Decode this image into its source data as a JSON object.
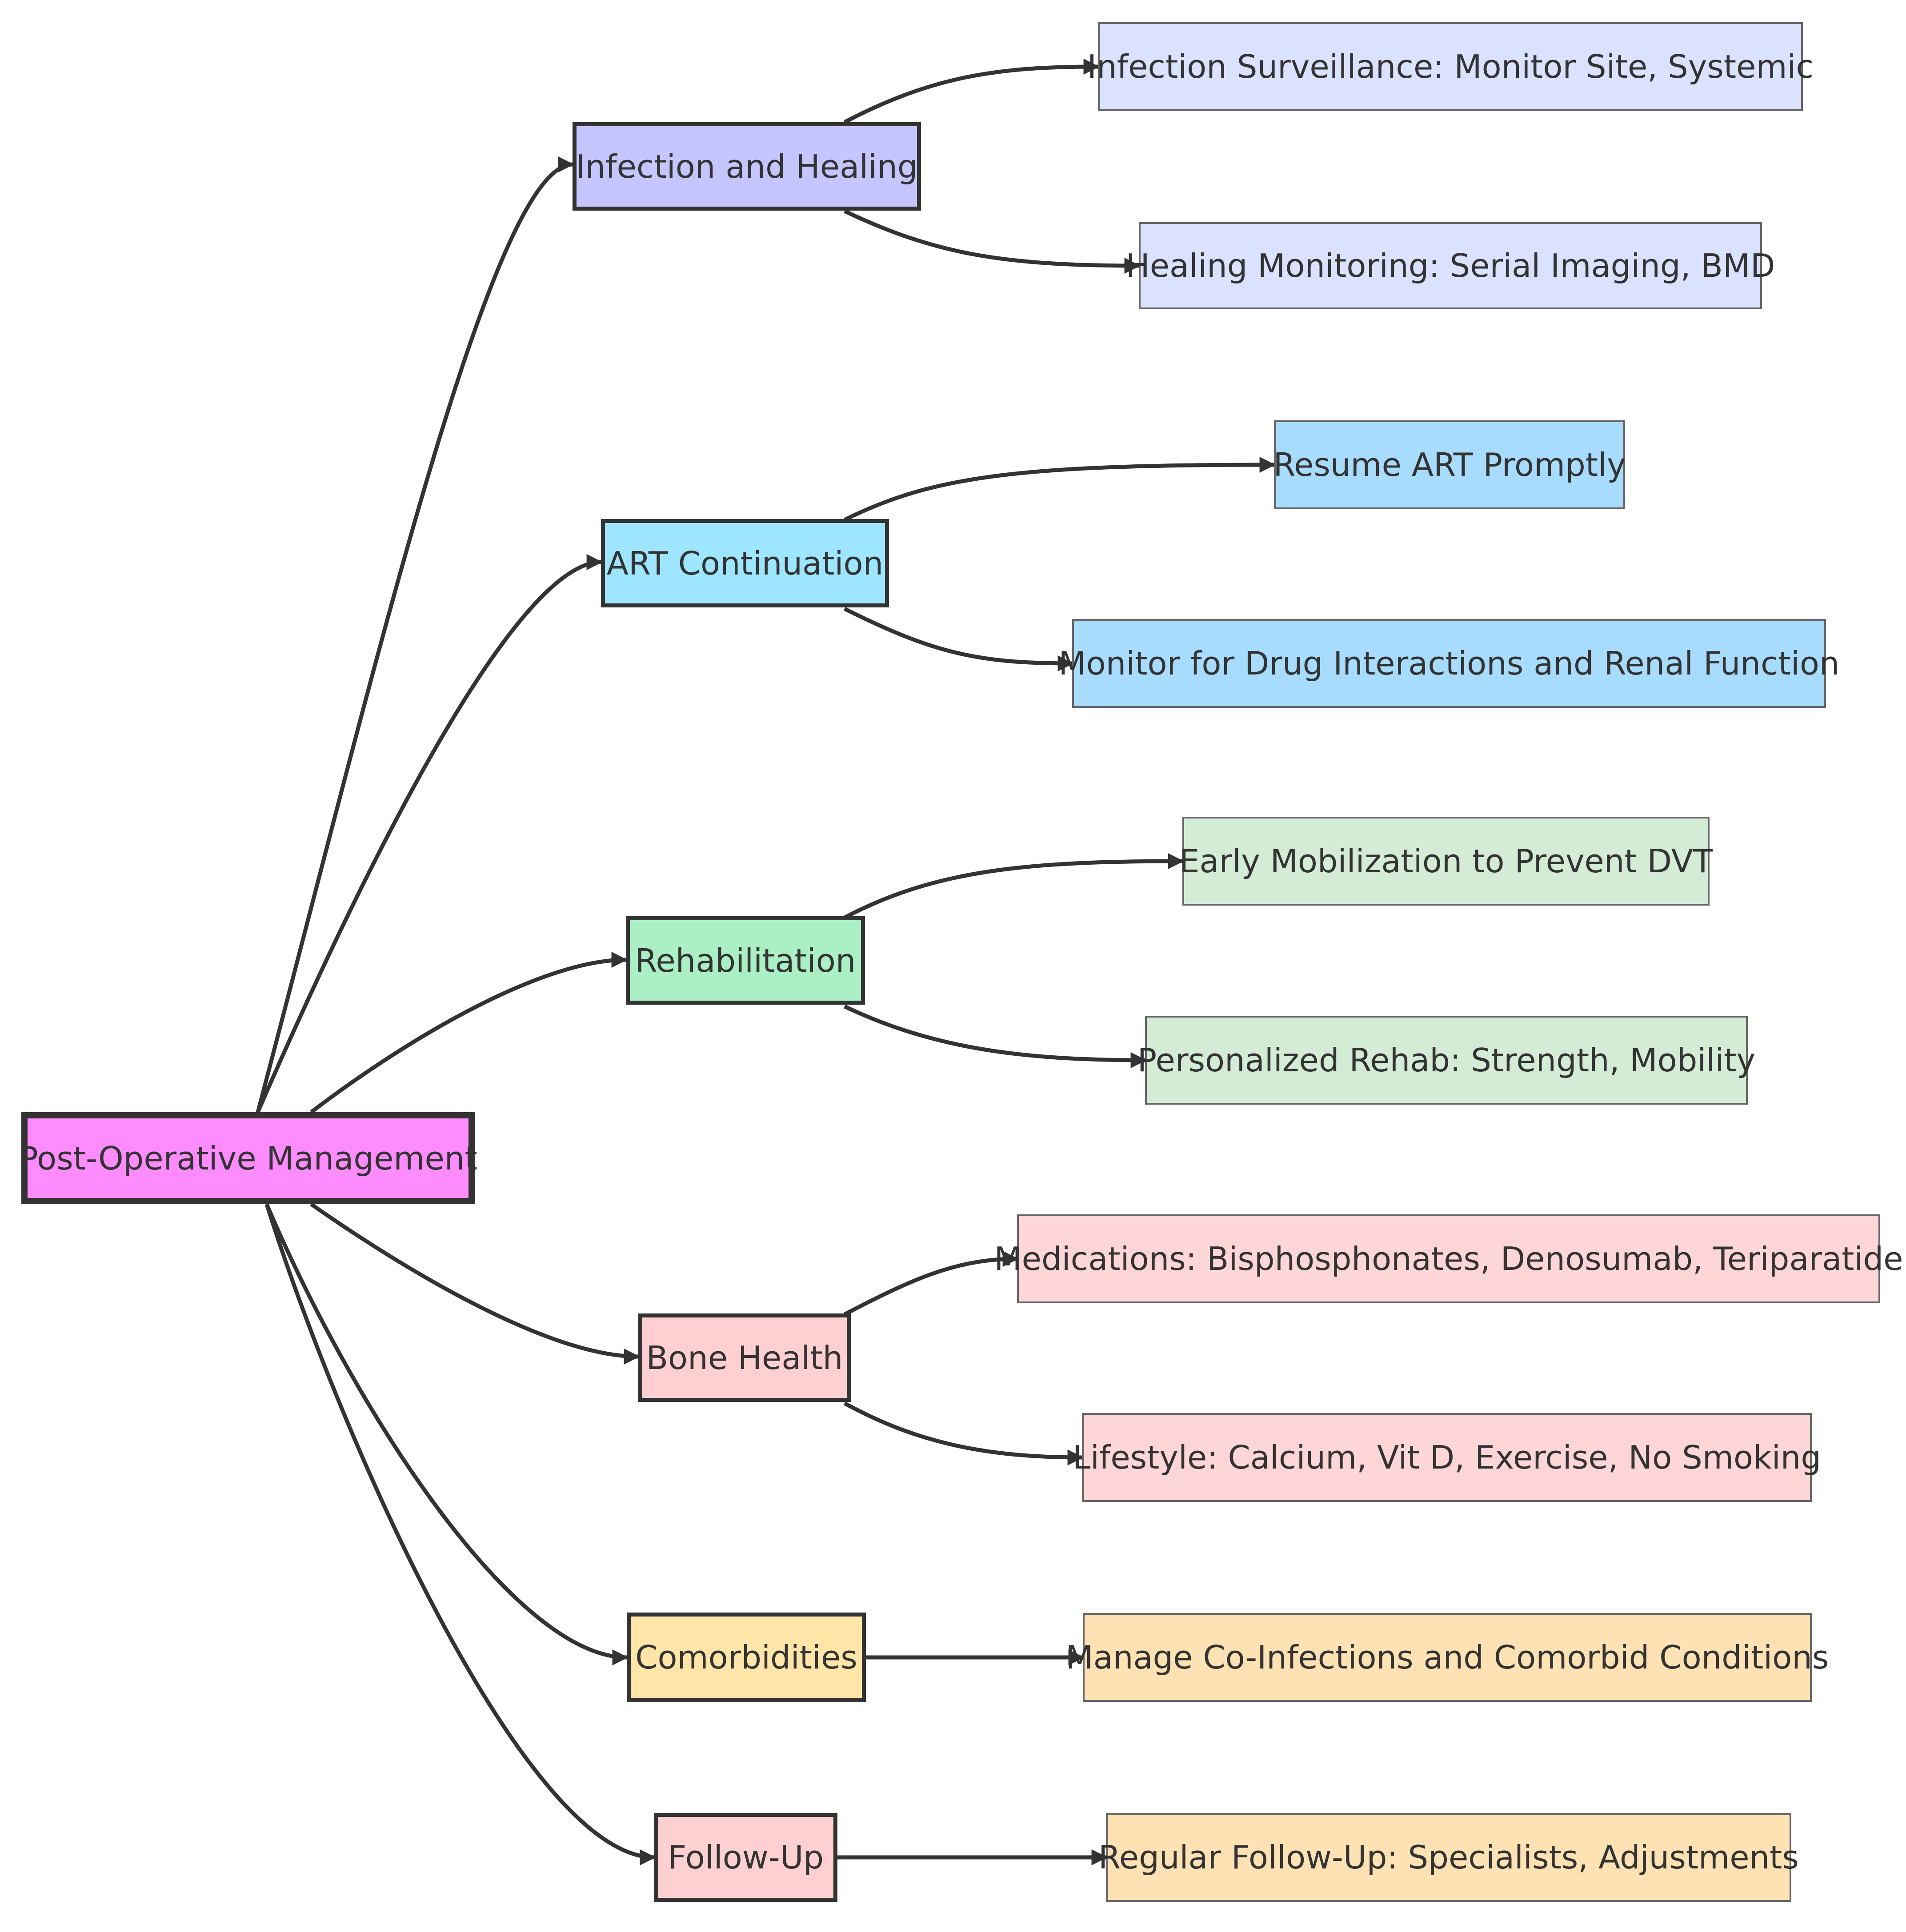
{
  "colors": {
    "root": "#ff8cff",
    "infection": "#c5c5ff",
    "infection_leaf": "#dbe2ff",
    "art": "#9ee6ff",
    "art_leaf": "#a8dcff",
    "rehab": "#aaf0c4",
    "rehab_leaf": "#d4ecd6",
    "bone": "#ffcfd2",
    "bone_leaf": "#ffd6d8",
    "comorb": "#ffe6a8",
    "comorb_leaf": "#ffe2b4",
    "followup": "#ffd0d2",
    "followup_leaf": "#ffe2b4",
    "edge": "#333333"
  },
  "diagram": {
    "root": "Post-Operative Management",
    "branches": [
      {
        "label": "Infection and Healing",
        "children": [
          "Infection Surveillance: Monitor Site, Systemic",
          "Healing Monitoring: Serial Imaging, BMD"
        ]
      },
      {
        "label": "ART Continuation",
        "children": [
          "Resume ART Promptly",
          "Monitor for Drug Interactions and Renal Function"
        ]
      },
      {
        "label": "Rehabilitation",
        "children": [
          "Early Mobilization to Prevent DVT",
          "Personalized Rehab: Strength, Mobility"
        ]
      },
      {
        "label": "Bone Health",
        "children": [
          "Medications: Bisphosphonates, Denosumab, Teriparatide",
          "Lifestyle: Calcium, Vit D, Exercise, No Smoking"
        ]
      },
      {
        "label": "Comorbidities",
        "children": [
          "Manage Co-Infections and Comorbid Conditions"
        ]
      },
      {
        "label": "Follow-Up",
        "children": [
          "Regular Follow-Up: Specialists, Adjustments"
        ]
      }
    ]
  }
}
